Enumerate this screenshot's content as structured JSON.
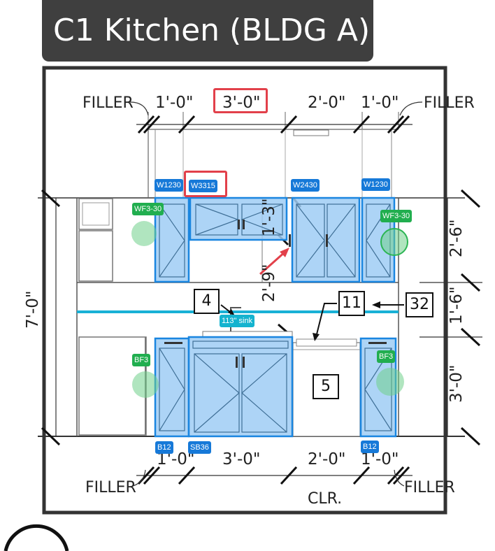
{
  "title": "C1 Kitchen (BLDG A)",
  "top_dims": {
    "filler_left": "FILLER",
    "d1": "1'-0\"",
    "d2": "3'-0\"",
    "d3": "2'-0\"",
    "d4": "1'-0\"",
    "filler_right": "FILLER"
  },
  "bottom_dims": {
    "filler_left": "FILLER",
    "d1": "1'-0\"",
    "d2": "3'-0\"",
    "d3": "2'-0\"",
    "d4": "1'-0\"",
    "filler_right": "FILLER",
    "clr": "CLR."
  },
  "vertical_dims": {
    "overall": "7'-0\"",
    "upper_gap": "2'-9\"",
    "upper_inner": "1'-3\"",
    "right_upper": "2'-6\"",
    "right_mid": "1'-6\"",
    "right_lower": "3'-0\""
  },
  "upper_tags": [
    "W1230",
    "W3315",
    "W2430",
    "W1230"
  ],
  "wall_filler_tags": [
    "WF3-30",
    "WF3-30"
  ],
  "base_filler_tags": [
    "BF3",
    "BF3"
  ],
  "base_tags": [
    "B12",
    "SB36",
    "B12"
  ],
  "sink_tag": "113\" sink",
  "callouts": [
    "4",
    "11",
    "32",
    "5"
  ],
  "colors": {
    "cabinet_fill": "#9fcdf4",
    "cabinet_stroke": "#1a86e0",
    "tag_blue": "#1679d8",
    "tag_green": "#21ae4f",
    "tag_teal": "#14b3cf",
    "highlight": "#e2404a",
    "sink_line": "#19b1d6"
  }
}
